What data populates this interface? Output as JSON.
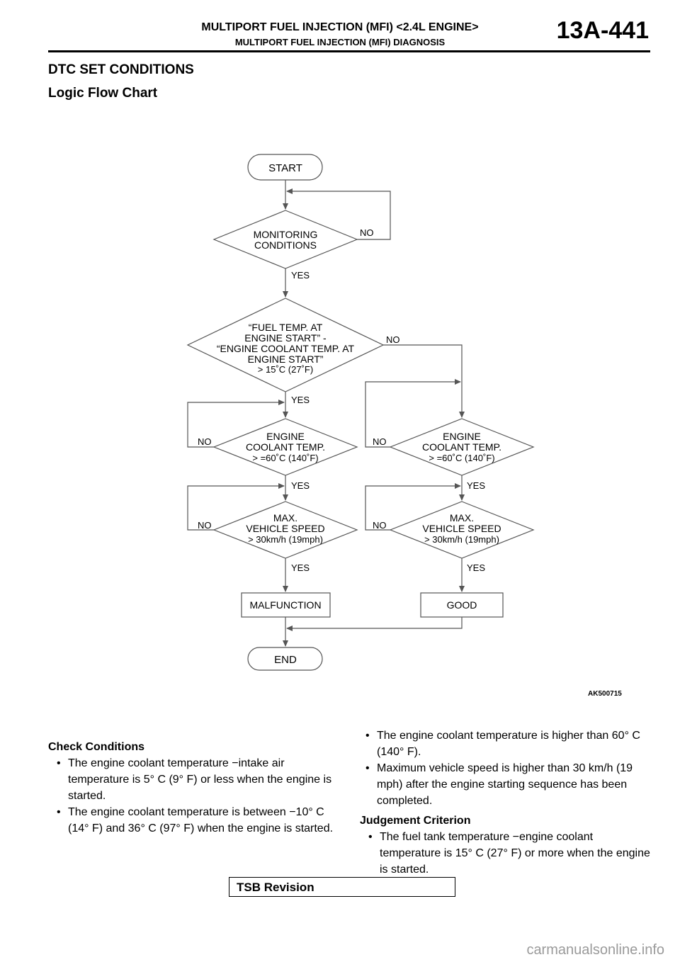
{
  "header": {
    "title": "MULTIPORT FUEL INJECTION (MFI) <2.4L ENGINE>",
    "subtitle": "MULTIPORT FUEL INJECTION (MFI) DIAGNOSIS",
    "page_number": "13A-441"
  },
  "section_title": "DTC SET CONDITIONS",
  "subsection_title": "Logic Flow Chart",
  "flowchart": {
    "start": "START",
    "end": "END",
    "monitoring": [
      "MONITORING",
      "CONDITIONS"
    ],
    "fuel_temp": [
      "“FUEL TEMP. AT",
      "ENGINE START” -",
      "“ENGINE COOLANT TEMP. AT",
      "ENGINE START”",
      "> 15˚C (27˚F)"
    ],
    "coolant_left": [
      "ENGINE",
      "COOLANT TEMP.",
      "> =60˚C (140˚F)"
    ],
    "coolant_right": [
      "ENGINE",
      "COOLANT TEMP.",
      "> =60˚C (140˚F)"
    ],
    "speed_left": [
      "MAX.",
      "VEHICLE SPEED",
      "> 30km/h (19mph)"
    ],
    "speed_right": [
      "MAX.",
      "VEHICLE SPEED",
      "> 30km/h (19mph)"
    ],
    "malfunction": "MALFUNCTION",
    "good": "GOOD",
    "yes": "YES",
    "no": "NO",
    "figure_id": "AK500715"
  },
  "check_conditions": {
    "title": "Check Conditions",
    "items": [
      "The engine coolant temperature −intake air temperature is 5° C (9° F) or less when the engine is started.",
      "The engine coolant temperature is between −10° C (14° F) and 36° C (97° F) when the engine is started.",
      "The engine coolant temperature is higher than 60° C (140° F).",
      "Maximum vehicle speed is higher than 30 km/h (19 mph) after the engine starting sequence has been completed."
    ]
  },
  "judgement_criterion": {
    "title": "Judgement Criterion",
    "items": [
      "The fuel tank temperature −engine coolant temperature is 15° C (27° F) or more when the engine is started."
    ]
  },
  "footer": {
    "tsb_label": "TSB Revision",
    "watermark": "carmanualsonline.info"
  }
}
